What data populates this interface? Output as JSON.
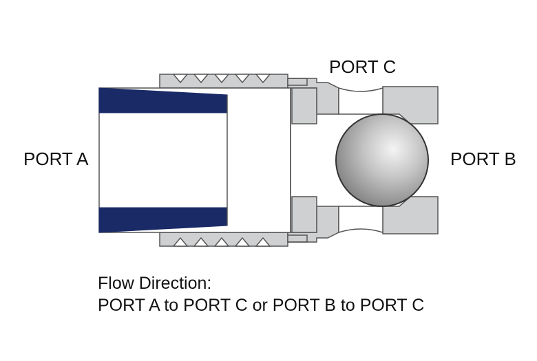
{
  "labels": {
    "port_a": "PORT A",
    "port_b": "PORT B",
    "port_c": "PORT C"
  },
  "caption": {
    "line1": "Flow Direction:",
    "line2": "PORT A to PORT C or PORT B to PORT C"
  },
  "colors": {
    "body_gray": "#cfd0d2",
    "outline": "#555555",
    "tube_blue": "#1a2a66",
    "ball_light": "#f2f2f2",
    "ball_dark": "#8a8a8a"
  }
}
